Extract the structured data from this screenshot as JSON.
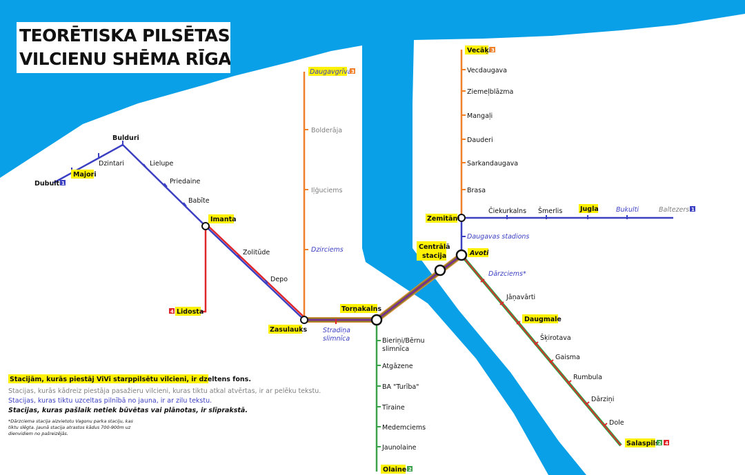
{
  "title": {
    "line1": "TEORĒTISKA PILSĒTAS",
    "line2": "VILCIENU SHĒMA RĪGAI"
  },
  "colors": {
    "water": "#0aa0e8",
    "line_1": "#3b3fc2",
    "line_2": "#3aa34a",
    "line_3": "#f07f2a",
    "line_4": "#e0262b",
    "highlight": "#fff200",
    "grey_text": "#7f7f7f",
    "blue_text": "#3b3fc2"
  },
  "lines": [
    {
      "id": "1",
      "color": "#3b3fc2"
    },
    {
      "id": "2",
      "color": "#3aa34a"
    },
    {
      "id": "3",
      "color": "#f07f2a"
    },
    {
      "id": "4",
      "color": "#e0262b"
    }
  ],
  "stations": {
    "dubulti": {
      "name": "Dubulti",
      "badge": "1"
    },
    "majori": {
      "name": "Majori"
    },
    "dzintari": {
      "name": "Dzintari"
    },
    "bulduri": {
      "name": "Bulduri"
    },
    "lielupe": {
      "name": "Lielupe"
    },
    "priedaine": {
      "name": "Priedaine"
    },
    "babite": {
      "name": "Babīte"
    },
    "imanta": {
      "name": "Imanta"
    },
    "zolitude": {
      "name": "Zolitūde"
    },
    "depo": {
      "name": "Depo"
    },
    "lidosta": {
      "name": "Lidosta",
      "badge": "4"
    },
    "zasulauks": {
      "name": "Zasulauks"
    },
    "daugavgriva": {
      "name": "Daugavgrīva",
      "badge": "3"
    },
    "bolderaja": {
      "name": "Bolderāja"
    },
    "ilguciems": {
      "name": "Iļģuciems"
    },
    "dzirciems": {
      "name": "Dzirciems"
    },
    "tornakalns": {
      "name": "Torņakalns"
    },
    "stradina_1": {
      "name": "Stradiņa"
    },
    "stradina_2": {
      "name": "slimnīca"
    },
    "bierini_1": {
      "name": "Bieriņi/Bērnu"
    },
    "bierini_2": {
      "name": "slimnīca"
    },
    "atgazene": {
      "name": "Atgāzene"
    },
    "ba_turiba": {
      "name": "BA \"Turība\""
    },
    "toraine": {
      "name": "Tīraine"
    },
    "medemciems": {
      "name": "Medemciems"
    },
    "jaunolaine": {
      "name": "Jaunolaine"
    },
    "olaine": {
      "name": "Olaine",
      "badge": "2"
    },
    "centrala_1": {
      "name": "Centrālā"
    },
    "centrala_2": {
      "name": "stacija"
    },
    "avoti": {
      "name": "Avoti"
    },
    "darzciems": {
      "name": "Dārzciems*"
    },
    "janavarti": {
      "name": "Jāņavārti"
    },
    "daugmale": {
      "name": "Daugmale"
    },
    "skirotava": {
      "name": "Šķirotava"
    },
    "gaisma": {
      "name": "Gaisma"
    },
    "rumbula": {
      "name": "Rumbula"
    },
    "darzini": {
      "name": "Dārziņi"
    },
    "dole": {
      "name": "Dole"
    },
    "salaspils": {
      "name": "Salaspils",
      "badge_a": "2",
      "badge_b": "4"
    },
    "zemitani": {
      "name": "Zemitāni"
    },
    "daugavas_stadions": {
      "name": "Daugavas stadions"
    },
    "cieku": {
      "name": "Čiekurkalns"
    },
    "smerlis": {
      "name": "Šmerlis"
    },
    "jugla": {
      "name": "Jugla"
    },
    "bukulti": {
      "name": "Bukulti"
    },
    "baltezers": {
      "name": "Baltezers",
      "badge": "1"
    },
    "brasa": {
      "name": "Brasa"
    },
    "sarkandaugava": {
      "name": "Sarkandaugava"
    },
    "dauderi": {
      "name": "Dauderi"
    },
    "mangali": {
      "name": "Mangaļi"
    },
    "ziemelblazma": {
      "name": "Ziemeļblāzma"
    },
    "vecdaugava": {
      "name": "Vecdaugava"
    },
    "vecaki": {
      "name": "Vecāķi",
      "badge": "3"
    }
  },
  "legend": {
    "yellow": "Stacijām, kurās piestāj ViVi starppilsētu vilcieni, ir dzeltens fons.",
    "grey": "Stacijas, kurās kādreiz piestāja pasažieru vilcieni, kuras tiktu atkal atvērtas, ir ar pelēku tekstu.",
    "blue": "Stacijas, kuras tiktu uzceltas pilnībā no jauna, ir ar zilu tekstu.",
    "italic": "Stacijas, kuras pašlaik netiek būvētas vai plānotas, ir slīprakstā."
  },
  "footnote": {
    "line1": "*Dārzciema stacija aizvietotu Vagonu parka staciju, kas",
    "line2": "tiktu slēgta. Jaunā stacija atrastos kādus 700-900m uz",
    "line3": "dienvidiem no pašreizējās."
  }
}
